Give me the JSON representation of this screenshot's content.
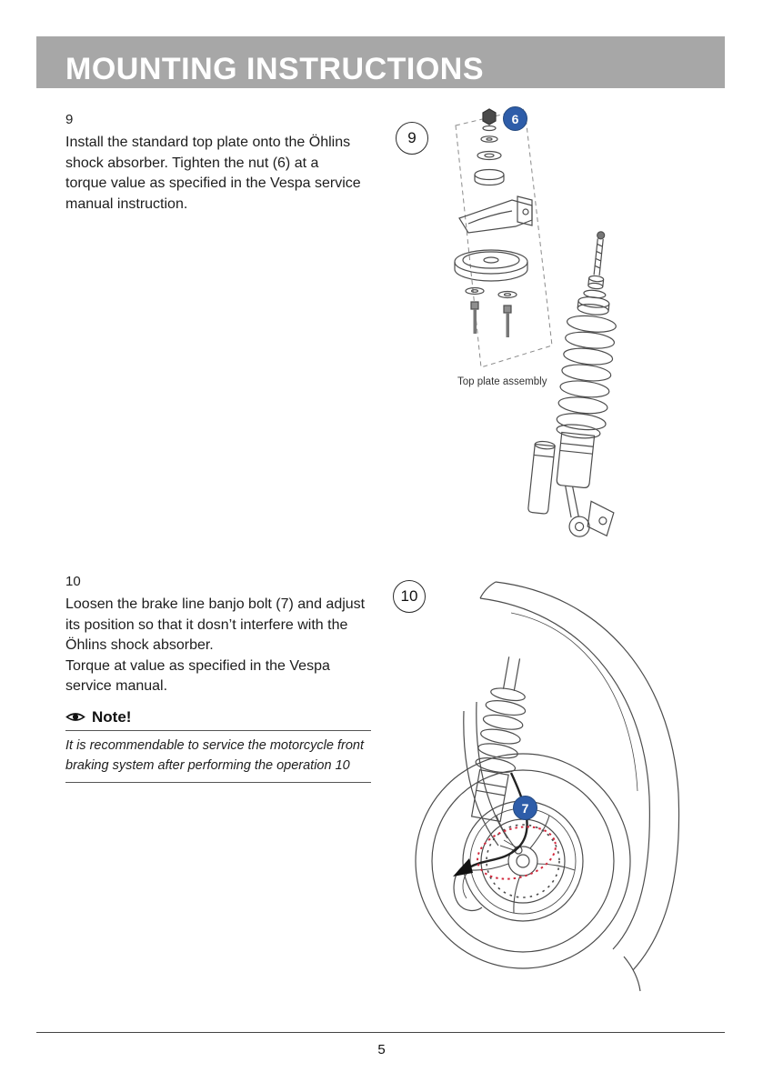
{
  "header": {
    "title": "MOUNTING INSTRUCTIONS"
  },
  "steps": {
    "step9": {
      "label": "9",
      "badge": "9",
      "body": "Install the standard top plate onto the Öhlins\nshock absorber. Tighten the nut (6) at a\ntorque value as specified in the Vespa service\nmanual instruction.",
      "callout": "6",
      "caption": "Top plate assembly"
    },
    "step10": {
      "label": "10",
      "badge": "10",
      "body": "Loosen the brake line banjo bolt (7) and adjust\nits position so that it dosn’t interfere with the\nÖhlins shock absorber.\nTorque at value as specified in the Vespa\nservice manual.",
      "callout": "7",
      "note": {
        "title": "Note!",
        "body": "It is recommendable to service the motorcycle front\nbraking system after performing the operation 10"
      }
    }
  },
  "footer": {
    "page_number": "5"
  },
  "icons": {
    "note": "eye-icon"
  },
  "colors": {
    "header_gray": "#a7a7a7",
    "accent_blue": "#2e5da9",
    "callout_red": "#d2293d",
    "line_art": "#4d4d4d"
  }
}
